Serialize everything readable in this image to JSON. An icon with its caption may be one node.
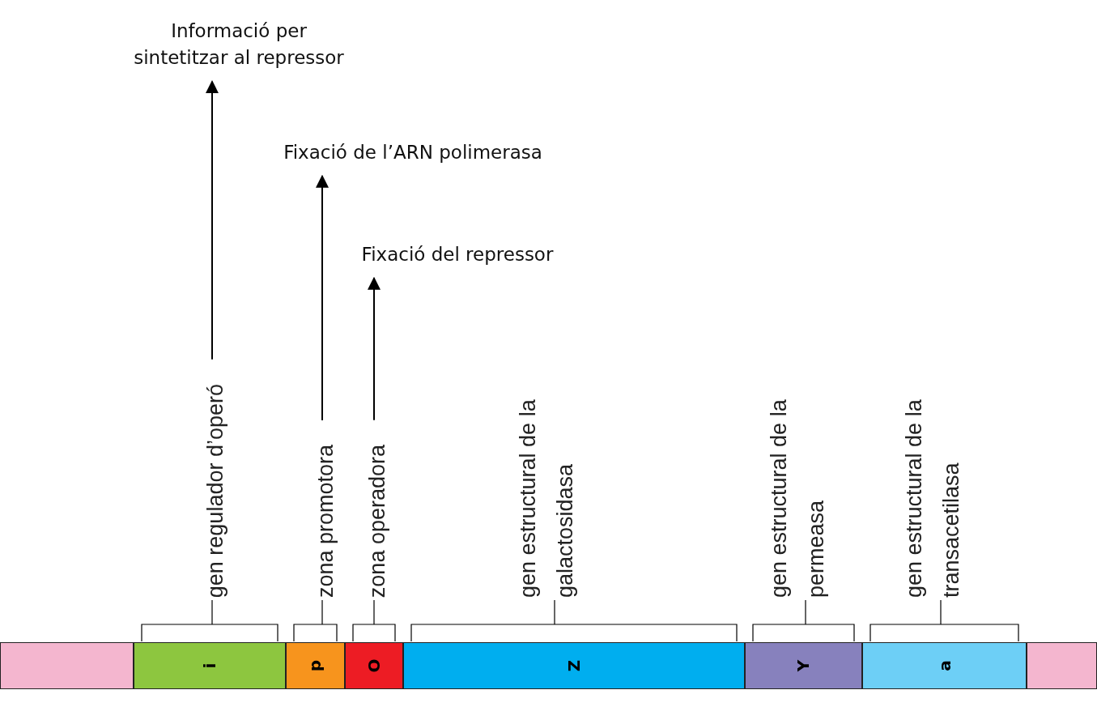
{
  "diagram": {
    "nodes": [
      {
        "text": [],
        "shape": "bar"
      },
      {
        "text": [
          "i"
        ]
      },
      {
        "text": [
          "p"
        ]
      },
      {
        "text": [
          "O"
        ]
      },
      {
        "text": [
          "Z"
        ]
      },
      {
        "text": [
          "Y"
        ]
      },
      {
        "text": [
          "a"
        ]
      },
      {
        "text": [],
        "shape": "bar"
      },
      {
        "text": [
          "gen regulador d’operó"
        ]
      },
      {
        "text": [
          "zona promotora"
        ]
      },
      {
        "text": [
          "zona operadora"
        ]
      },
      {
        "text": [
          "gen estructural de la galactosidasa"
        ]
      },
      {
        "text": [
          "gen estructural de la permeasa"
        ]
      },
      {
        "text": [
          "gen estructural de la transacetilasa"
        ]
      },
      {
        "text": [
          "Informació per sintetitzar al repressor"
        ]
      },
      {
        "text": [
          "Fixació de l’ARN polimerasa"
        ]
      },
      {
        "text": [
          "Fixació del repressor"
        ]
      }
    ],
    "edges": [
      {
        "from": 8,
        "to": 14,
        "arrow": "to"
      },
      {
        "from": 9,
        "to": 15,
        "arrow": "to"
      },
      {
        "from": 10,
        "to": 16,
        "arrow": "to"
      },
      {
        "from": 8,
        "to": 1,
        "arrow": "none"
      },
      {
        "from": 9,
        "to": 2,
        "arrow": "none"
      },
      {
        "from": 10,
        "to": 3,
        "arrow": "none"
      },
      {
        "from": 11,
        "to": 4,
        "arrow": "none"
      },
      {
        "from": 12,
        "to": 5,
        "arrow": "none"
      },
      {
        "from": 13,
        "to": 6,
        "arrow": "none"
      }
    ]
  }
}
